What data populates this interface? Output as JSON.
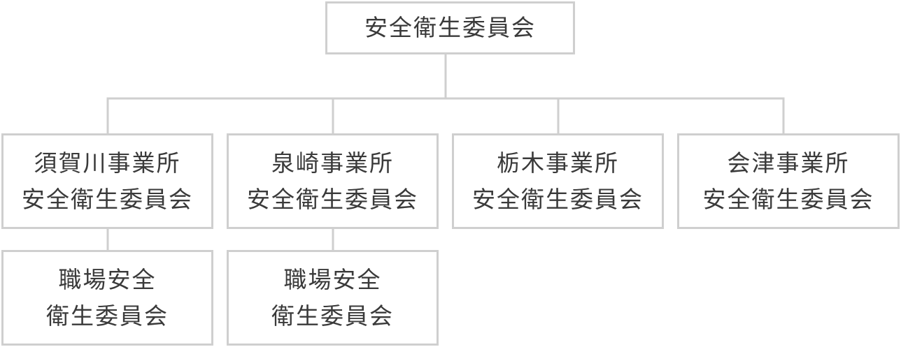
{
  "org_chart": {
    "root": {
      "lines": [
        "安全衛生委員会"
      ]
    },
    "branches": [
      {
        "lines": [
          "須賀川事業所",
          "安全衛生委員会"
        ]
      },
      {
        "lines": [
          "泉崎事業所",
          "安全衛生委員会"
        ]
      },
      {
        "lines": [
          "栃木事業所",
          "安全衛生委員会"
        ]
      },
      {
        "lines": [
          "会津事業所",
          "安全衛生委員会"
        ]
      }
    ],
    "sub_committees": [
      {
        "lines": [
          "職場安全",
          "衛生委員会"
        ]
      },
      {
        "lines": [
          "職場安全",
          "衛生委員会"
        ]
      }
    ]
  },
  "colors": {
    "border": "#cfcfcf",
    "connector": "#cfcfcf",
    "text": "#3a3a3a",
    "background": "#ffffff"
  }
}
